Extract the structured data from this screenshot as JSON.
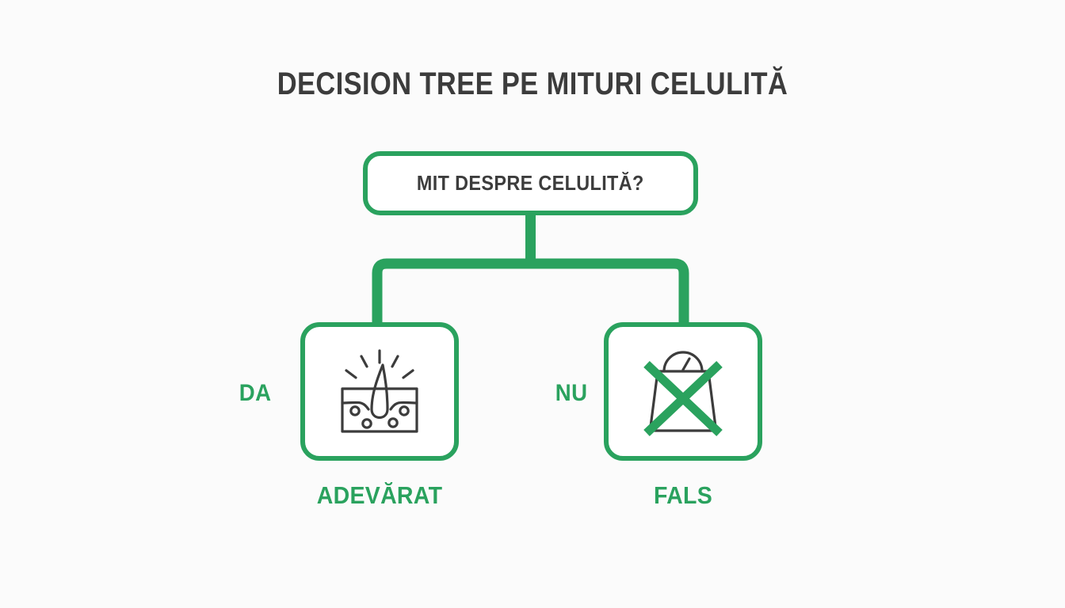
{
  "page": {
    "title": "DECISION TREE PE MITURI CELULITĂ",
    "background_color": "#fbfbfb",
    "accent_color": "#2aa25e",
    "text_color": "#3c3c3c"
  },
  "tree": {
    "root": {
      "label": "MIT DESPRE CELULITĂ?"
    },
    "branches": [
      {
        "edge_label": "DA",
        "icon": "skin-hair-follicle-icon",
        "outcome_label": "ADEVĂRAT"
      },
      {
        "edge_label": "NU",
        "icon": "crossed-out-scale-bag-icon",
        "outcome_label": "FALS"
      }
    ]
  }
}
